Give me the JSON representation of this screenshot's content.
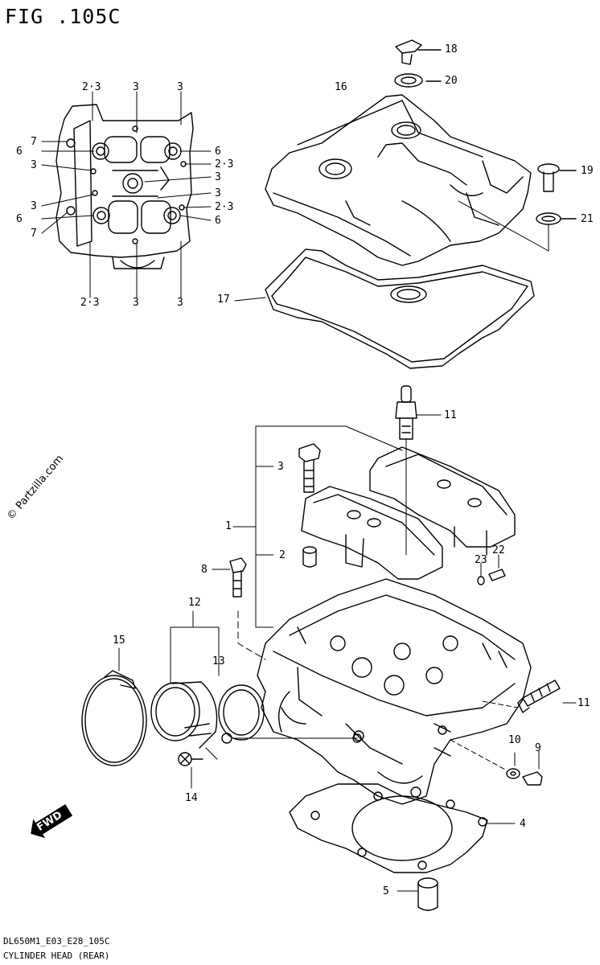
{
  "figure": {
    "title": "FIG .105C",
    "code": "DL650M1_E03_E28_105C",
    "caption": "CYLINDER HEAD (REAR)",
    "watermark": "© Partzilla.com",
    "fwd_label": "FWD"
  },
  "inset_labels": {
    "top": [
      "2·3",
      "3",
      "3"
    ],
    "left": [
      "7",
      "6",
      "3",
      "3",
      "6",
      "7"
    ],
    "right": [
      "6",
      "2·3",
      "3",
      "3",
      "2·3",
      "6"
    ],
    "bottom": [
      "2·3",
      "3",
      "3"
    ]
  },
  "callouts": {
    "c18": "18",
    "c20": "20",
    "c16": "16",
    "c19": "19",
    "c21": "21",
    "c17": "17",
    "c11a": "11",
    "c3": "3",
    "c1": "1",
    "c2": "2",
    "c23": "23",
    "c22": "22",
    "c8": "8",
    "c12": "12",
    "c13": "13",
    "c15": "15",
    "c11b": "11",
    "c10": "10",
    "c9": "9",
    "c14": "14",
    "c4": "4",
    "c5": "5"
  }
}
